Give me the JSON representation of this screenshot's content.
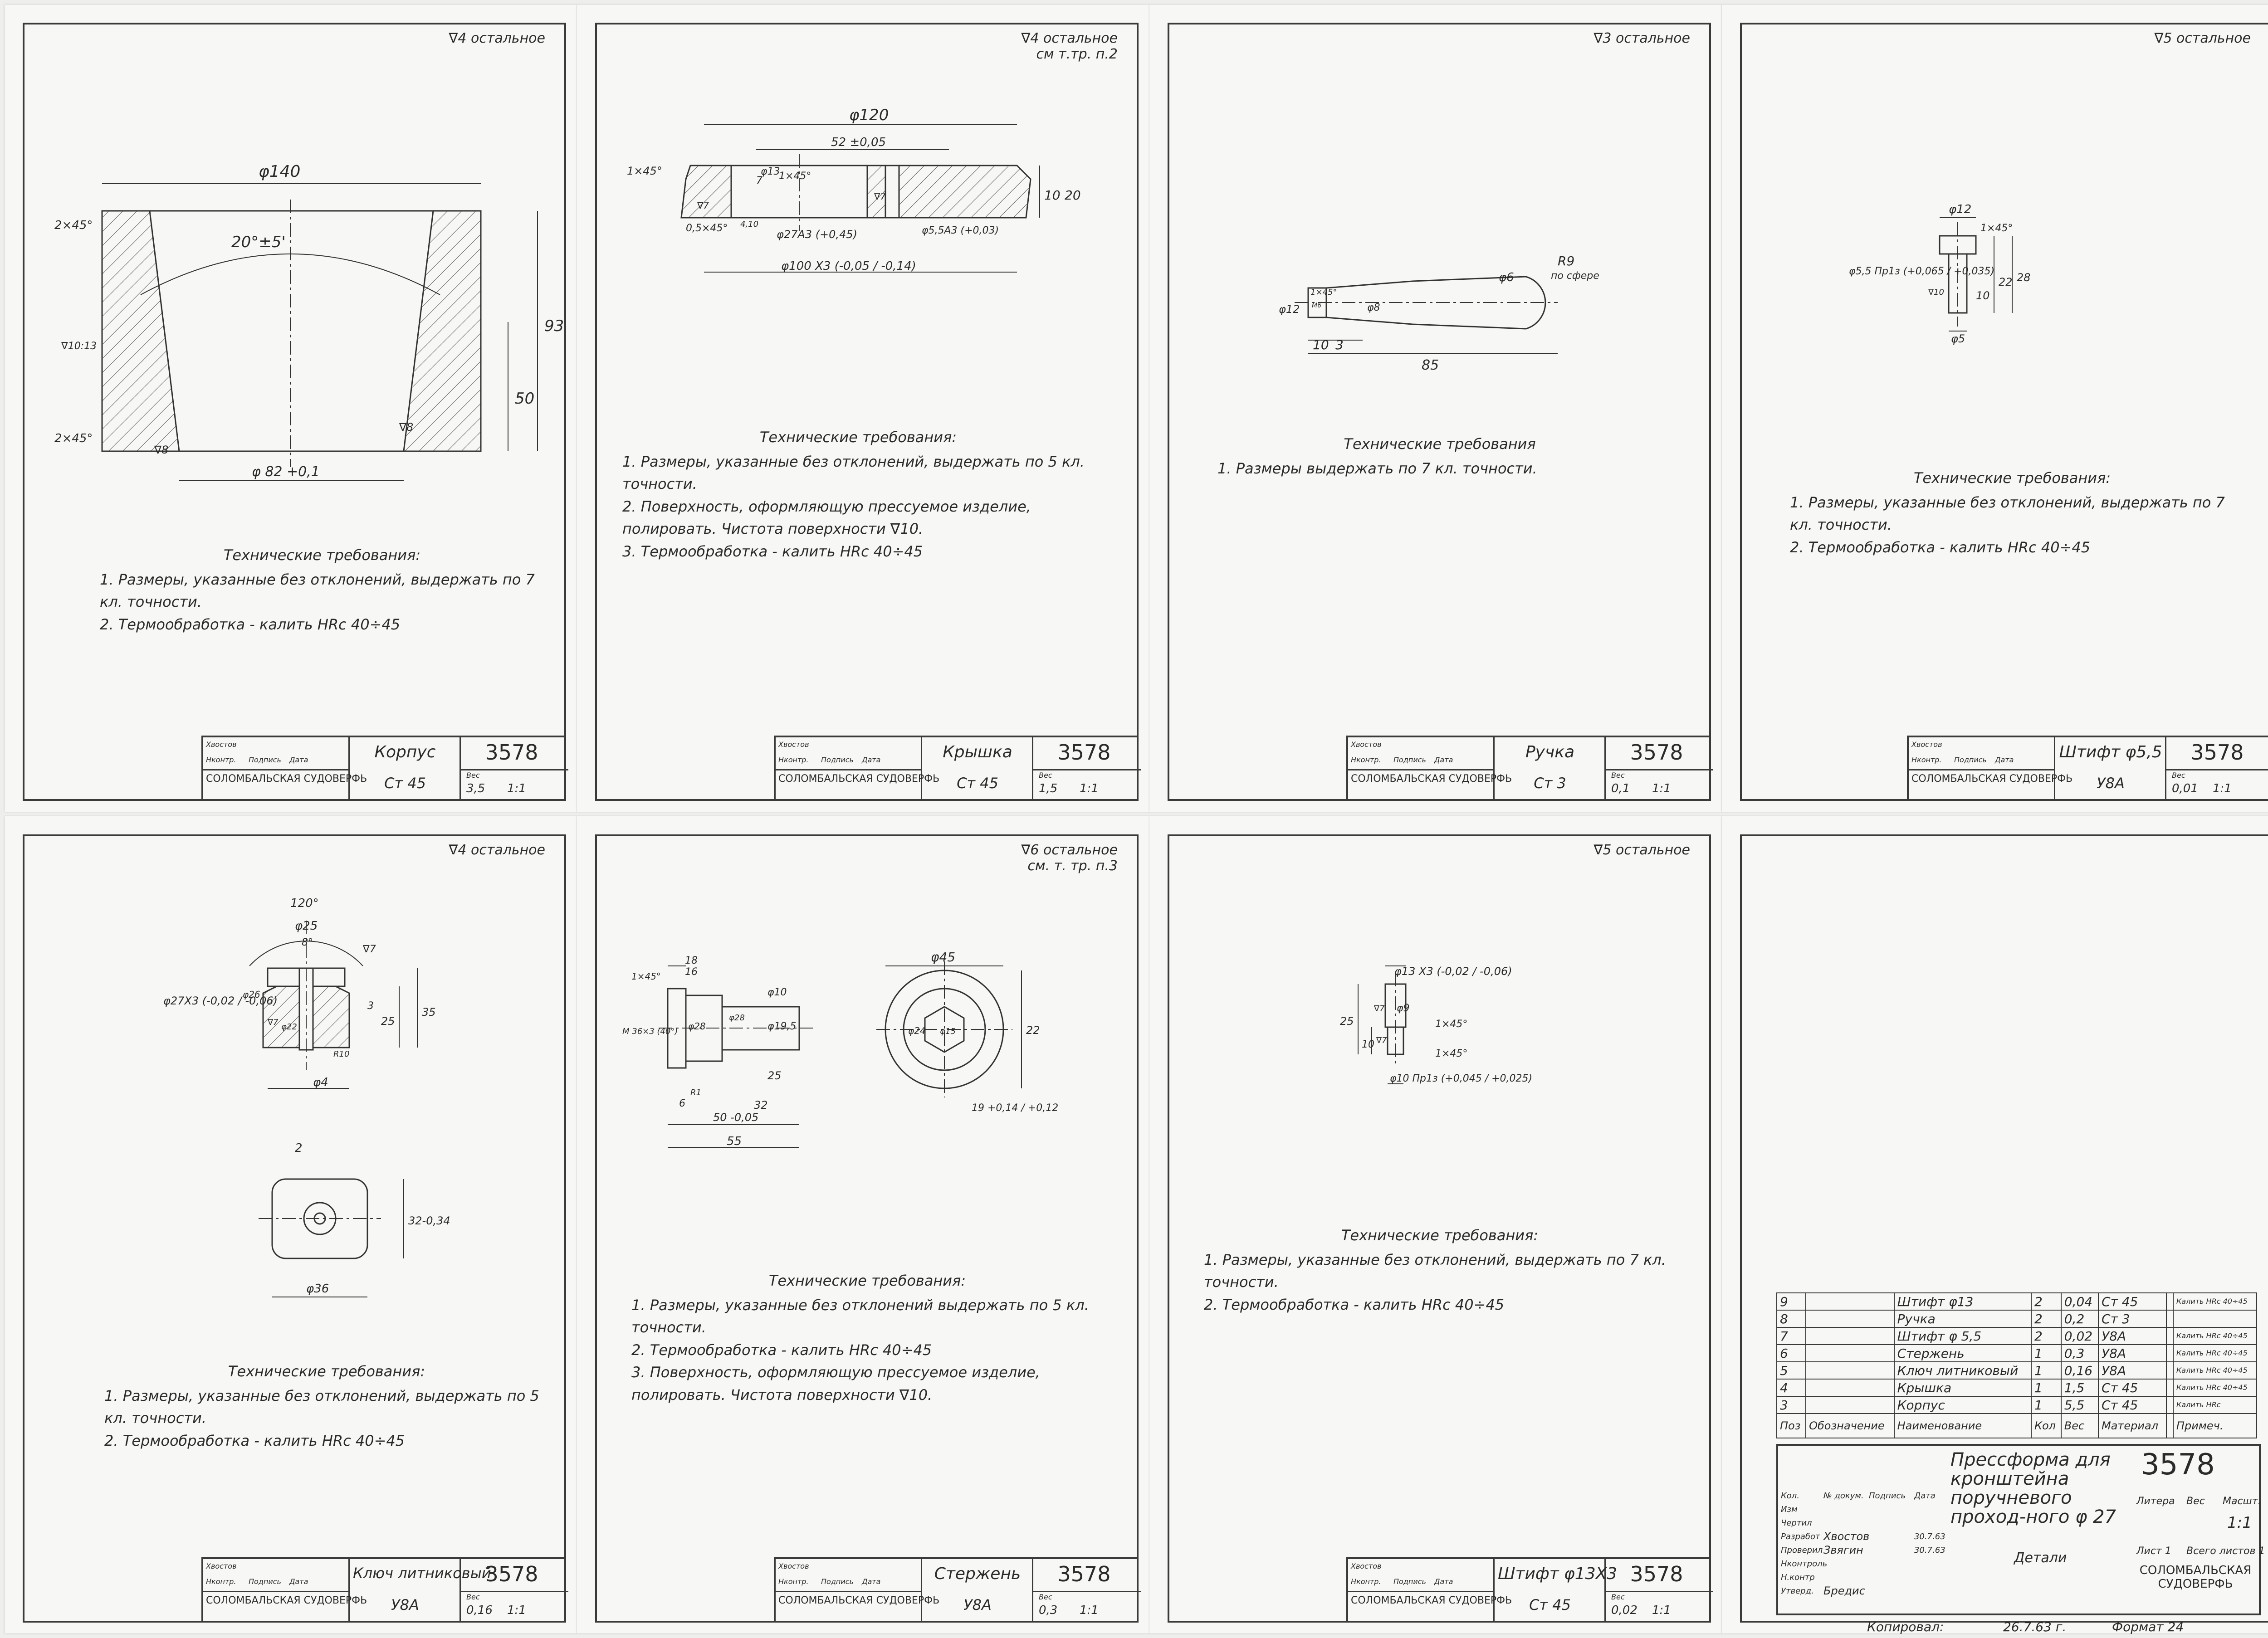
{
  "colors": {
    "paper": "#f7f7f5",
    "ink": "#2a2a2a",
    "background": "#eeeeec"
  },
  "org": "СОЛОМБАЛЬСКАЯ СУДОВЕРФЬ",
  "tb_labels": {
    "author": "Хвостов",
    "norm": "Нконтр.",
    "sign": "Подпись",
    "date": "Дата",
    "weight": "Вес",
    "scale": "Масшт.",
    "sheet": "Лист"
  },
  "sheets": [
    {
      "roughness": "∇4 остальное",
      "name": "Корпус",
      "material": "Ст 45",
      "number": "3578",
      "weight": "3,5",
      "scale": "1:1",
      "dims": [
        "φ140",
        "20°±5'",
        "2×45°",
        "2×45°",
        "93",
        "50",
        "φ 82 +0,1",
        "∇8",
        "∇8",
        "∇10:13"
      ],
      "tech_title": "Технические требования:",
      "tech": [
        "1. Размеры, указанные без отклонений, выдержать по 7 кл. точности.",
        "2. Термообработка - калить HRc 40÷45"
      ]
    },
    {
      "roughness": "∇4 остальное\nсм т.тр. п.2",
      "name": "Крышка",
      "material": "Ст 45",
      "number": "3578",
      "weight": "1,5",
      "scale": "1:1",
      "dims": [
        "φ120",
        "52 ±0,05",
        "1×45°",
        "1×45°",
        "φ13",
        "7",
        "∇7",
        "∇7",
        "10",
        "20",
        "0,5×45°",
        "φ27A3 (+0,45)",
        "φ5,5A3 (+0,03)",
        "φ100 X3 (-0,05 / -0,14)",
        "4,10"
      ],
      "tech_title": "Технические требования:",
      "tech": [
        "1. Размеры, указанные без отклонений, выдержать по 5 кл. точности.",
        "2. Поверхность, оформляющую прессуемое изделие, полировать. Чистота поверхности ∇10.",
        "3. Термообработка - калить HRc 40÷45"
      ]
    },
    {
      "roughness": "∇3 остальное",
      "name": "Ручка",
      "material": "Ст 3",
      "number": "3578",
      "weight": "0,1",
      "scale": "1:1",
      "dims": [
        "R9",
        "по сфере",
        "φ6",
        "φ12",
        "φ8",
        "1×45°",
        "10",
        "3",
        "85",
        "М6"
      ],
      "tech_title": "Технические требования",
      "tech": [
        "1. Размеры выдержать по 7 кл. точности."
      ]
    },
    {
      "roughness": "∇5 остальное",
      "name": "Штифт φ5,5",
      "material": "У8А",
      "number": "3578",
      "weight": "0,01",
      "scale": "1:1",
      "dims": [
        "φ12",
        "1×45°",
        "φ5,5 Пр1з (+0,065 / +0,035)",
        "∇10",
        "10",
        "22",
        "28",
        "φ5"
      ],
      "tech_title": "Технические требования:",
      "tech": [
        "1. Размеры, указанные без отклонений, выдержать по 7 кл. точности.",
        "2. Термообработка - калить HRc 40÷45"
      ]
    },
    {
      "roughness": "∇4 остальное",
      "name": "Ключ литниковый",
      "material": "У8А",
      "number": "3578",
      "weight": "0,16",
      "scale": "1:1",
      "dims": [
        "120°",
        "φ25",
        "8°",
        "∇7",
        "φ27Х3 (-0,02 / -0,06)",
        "φ26",
        "3",
        "25",
        "35",
        "φ4",
        "2",
        "32-0,34",
        "φ36",
        "∇7",
        "φ22",
        "R10"
      ],
      "tech_title": "Технические требования:",
      "tech": [
        "1. Размеры, указанные без отклонений, выдержать по 5 кл. точности.",
        "2. Термообработка - калить HRc 40÷45"
      ]
    },
    {
      "roughness": "∇6 остальное\nсм. т. тр. п.3",
      "name": "Стержень",
      "material": "У8А",
      "number": "3578",
      "weight": "0,3",
      "scale": "1:1",
      "dims": [
        "18",
        "16",
        "1×45°",
        "φ10",
        "М 36×3 (40°)",
        "φ28",
        "φ19,5",
        "φ28",
        "25",
        "32",
        "50 -0,05",
        "55",
        "6",
        "φ45",
        "φ24",
        "φ15",
        "22",
        "19 +0,14 / +0,12",
        "R1"
      ],
      "tech_title": "Технические требования:",
      "tech": [
        "1. Размеры, указанные без отклонений выдержать по 5 кл. точности.",
        "2. Термообработка - калить HRc 40÷45",
        "3. Поверхность, оформляющую прессуемое изделие, полировать. Чистота поверхности ∇10."
      ]
    },
    {
      "roughness": "∇5 остальное",
      "name": "Штифт φ13Х3",
      "material": "Ст 45",
      "number": "3578",
      "weight": "0,02",
      "scale": "1:1",
      "dims": [
        "φ13 X3 (-0,02 / -0,06)",
        "1×45°",
        "1×45°",
        "25",
        "10",
        "φ9",
        "∇7",
        "∇7",
        "φ10 Пр1з (+0,045 / +0,025)"
      ],
      "tech_title": "Технические требования:",
      "tech": [
        "1. Размеры, указанные без отклонений, выдержать по 7 кл. точности.",
        "2. Термообработка - калить HRc 40÷45"
      ]
    }
  ],
  "spec": {
    "rows": [
      {
        "pos": "9",
        "name": "Штифт φ13",
        "qty": "2",
        "weight": "0,04",
        "material": "Ст 45",
        "note": "Калить HRc 40÷45"
      },
      {
        "pos": "8",
        "name": "Ручка",
        "qty": "2",
        "weight": "0,2",
        "material": "Ст 3",
        "note": ""
      },
      {
        "pos": "7",
        "name": "Штифт φ 5,5",
        "qty": "2",
        "weight": "0,02",
        "material": "У8А",
        "note": "Калить HRc 40÷45"
      },
      {
        "pos": "6",
        "name": "Стержень",
        "qty": "1",
        "weight": "0,3",
        "material": "У8А",
        "note": "Калить HRc 40÷45"
      },
      {
        "pos": "5",
        "name": "Ключ литниковый",
        "qty": "1",
        "weight": "0,16",
        "material": "У8А",
        "note": "Калить HRc 40÷45"
      },
      {
        "pos": "4",
        "name": "Крышка",
        "qty": "1",
        "weight": "1,5",
        "material": "Ст 45",
        "note": "Калить HRc 40÷45"
      },
      {
        "pos": "3",
        "name": "Корпус",
        "qty": "1",
        "weight": "5,5",
        "material": "Ст 45",
        "note": "Калить HRc"
      }
    ],
    "head": {
      "pos": "Поз",
      "desig": "Обозначение",
      "name": "Наименование",
      "qty": "Кол",
      "weight": "Вес",
      "material": "Материал",
      "note": "Примеч."
    }
  },
  "main_tb": {
    "title": "Прессформа для кронштейна поручневого проход-ного φ 27",
    "subtitle": "Детали",
    "number": "3578",
    "litera": "Литера",
    "weight": "Вес",
    "scale": "Масшт.",
    "scale_val": "1:1",
    "sheet": "Лист 1",
    "sheets": "Всего листов 1",
    "org": "СОЛОМБАЛЬСКАЯ СУДОВЕРФЬ",
    "rows": [
      {
        "role": "Изм",
        "name": ""
      },
      {
        "role": "Чертил",
        "name": ""
      },
      {
        "role": "Разработ",
        "name": "Хвостов"
      },
      {
        "role": "Проверил",
        "name": "Звягин"
      },
      {
        "role": "Нконтроль",
        "name": ""
      },
      {
        "role": "Н.контр",
        "name": ""
      },
      {
        "role": "Утверд.",
        "name": "Бредис"
      }
    ],
    "cols": {
      "kol": "Кол.",
      "doc": "№ докум.",
      "sign": "Подпись",
      "date": "Дата"
    },
    "dates": [
      "30.7.63",
      "30.7.63"
    ]
  },
  "footer": {
    "copied": "Копировал:",
    "copied_date": "26.7.63 г.",
    "format": "Формат 24"
  }
}
